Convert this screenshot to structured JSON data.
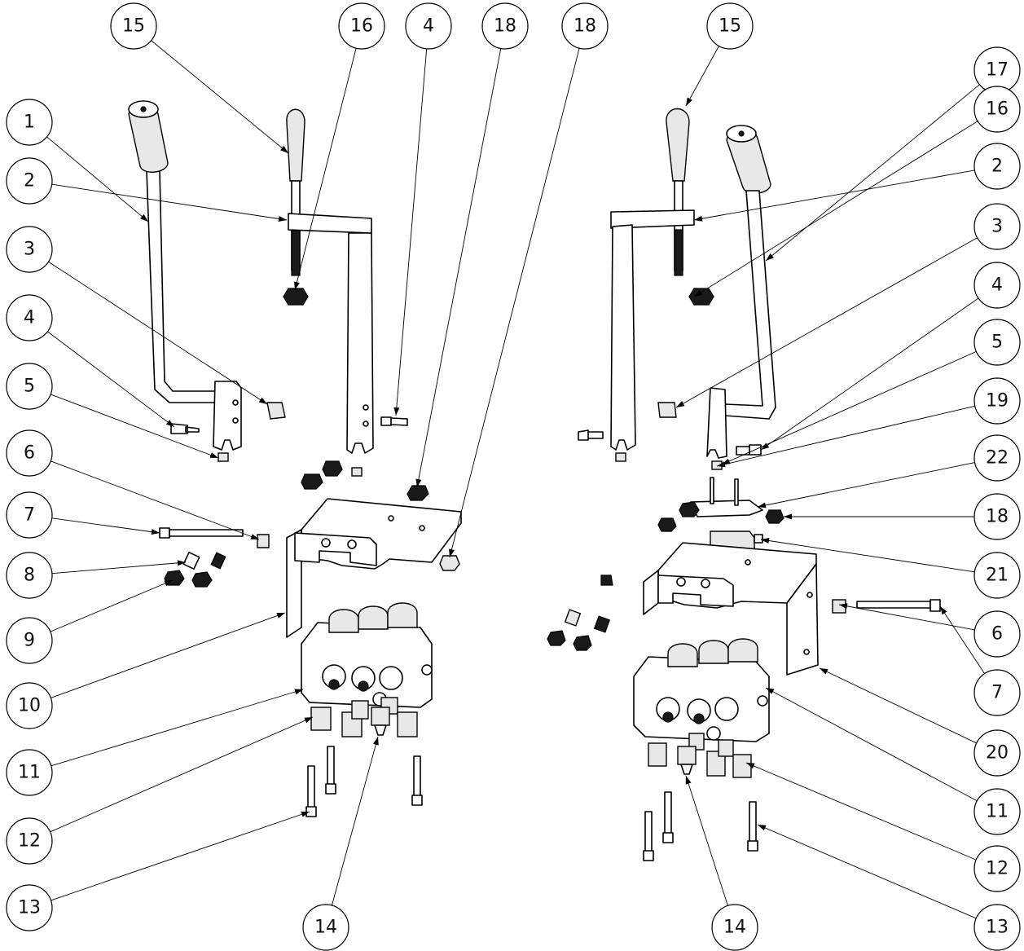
{
  "balloons": [
    {
      "id": "b-15-left",
      "label": "15"
    },
    {
      "id": "b-16-left",
      "label": "16"
    },
    {
      "id": "b-4-top",
      "label": "4"
    },
    {
      "id": "b-18-top-a",
      "label": "18"
    },
    {
      "id": "b-18-top-b",
      "label": "18"
    },
    {
      "id": "b-15-right",
      "label": "15"
    },
    {
      "id": "b-17",
      "label": "17"
    },
    {
      "id": "b-1",
      "label": "1"
    },
    {
      "id": "b-2-left",
      "label": "2"
    },
    {
      "id": "b-3-left",
      "label": "3"
    },
    {
      "id": "b-4-left",
      "label": "4"
    },
    {
      "id": "b-5-left",
      "label": "5"
    },
    {
      "id": "b-6-left",
      "label": "6"
    },
    {
      "id": "b-7-left",
      "label": "7"
    },
    {
      "id": "b-8",
      "label": "8"
    },
    {
      "id": "b-9",
      "label": "9"
    },
    {
      "id": "b-10",
      "label": "10"
    },
    {
      "id": "b-11-left",
      "label": "11"
    },
    {
      "id": "b-12-left",
      "label": "12"
    },
    {
      "id": "b-13-left",
      "label": "13"
    },
    {
      "id": "b-14-left",
      "label": "14"
    },
    {
      "id": "b-16-right",
      "label": "16"
    },
    {
      "id": "b-2-right",
      "label": "2"
    },
    {
      "id": "b-3-right",
      "label": "3"
    },
    {
      "id": "b-4-right",
      "label": "4"
    },
    {
      "id": "b-5-right",
      "label": "5"
    },
    {
      "id": "b-19",
      "label": "19"
    },
    {
      "id": "b-22",
      "label": "22"
    },
    {
      "id": "b-18-right",
      "label": "18"
    },
    {
      "id": "b-21",
      "label": "21"
    },
    {
      "id": "b-6-right",
      "label": "6"
    },
    {
      "id": "b-7-right",
      "label": "7"
    },
    {
      "id": "b-20",
      "label": "20"
    },
    {
      "id": "b-11-right",
      "label": "11"
    },
    {
      "id": "b-12-right",
      "label": "12"
    },
    {
      "id": "b-13-right",
      "label": "13"
    },
    {
      "id": "b-14-right",
      "label": "14"
    }
  ]
}
